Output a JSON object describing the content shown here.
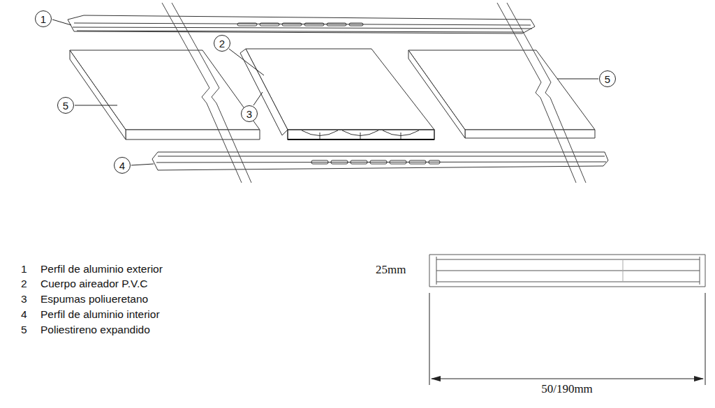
{
  "diagram": {
    "nodes": [
      {
        "text": [
          "1"
        ]
      },
      {
        "text": [
          "2"
        ]
      },
      {
        "text": [
          "5"
        ]
      },
      {
        "text": [
          "5"
        ]
      },
      {
        "text": [
          "3"
        ]
      },
      {
        "text": [
          "4"
        ]
      }
    ],
    "labels": [
      "1",
      "Perfil de aluminio exterior",
      "2",
      "Cuerpo aireador P.V.C",
      "3",
      "Espumas poliueretano",
      "4",
      "Perfil de aluminio interior",
      "5",
      "Poliestireno expandido",
      "25mm",
      "50/190mm"
    ]
  }
}
